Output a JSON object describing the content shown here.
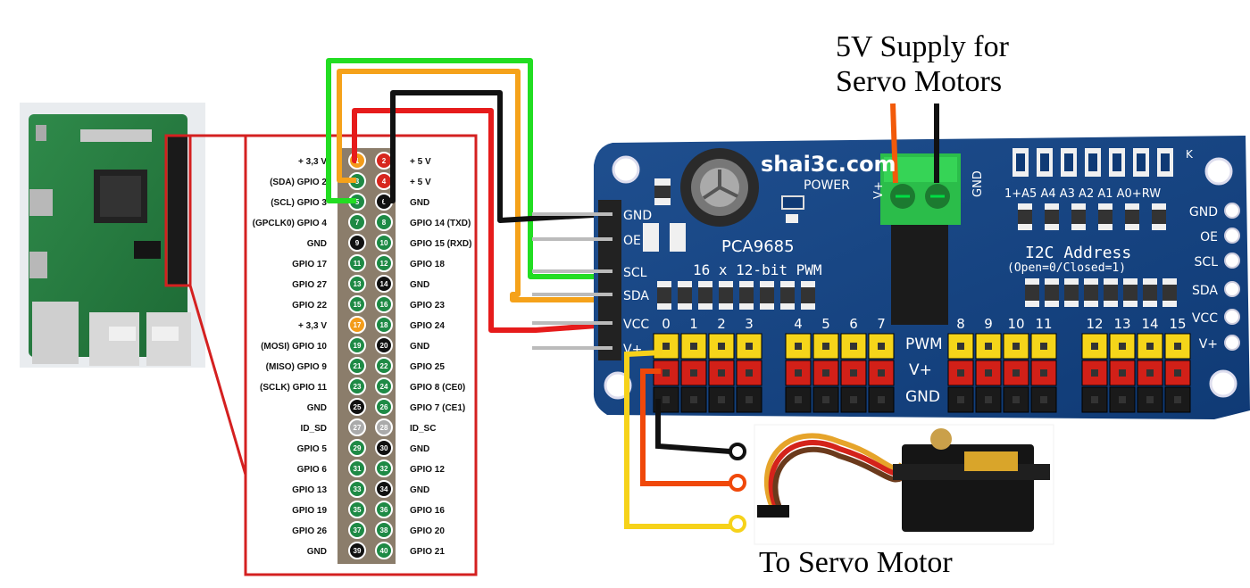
{
  "captions": {
    "supply_line1": "5V Supply for",
    "supply_line2": "Servo Motors",
    "servo": "To Servo Motor"
  },
  "pinout": {
    "left": [
      "+ 3,3 V",
      "(SDA) GPIO 2",
      "(SCL) GPIO 3",
      "(GPCLK0) GPIO 4",
      "GND",
      "GPIO 17",
      "GPIO 27",
      "GPIO 22",
      "+ 3,3 V",
      "(MOSI) GPIO 10",
      "(MISO) GPIO 9",
      "(SCLK) GPIO 11",
      "GND",
      "ID_SD",
      "GPIO 5",
      "GPIO 6",
      "GPIO 13",
      "GPIO 19",
      "GPIO 26",
      "GND"
    ],
    "right": [
      "+ 5 V",
      "+ 5 V",
      "GND",
      "GPIO 14 (TXD)",
      "GPIO 15 (RXD)",
      "GPIO 18",
      "GND",
      "GPIO 23",
      "GPIO 24",
      "GND",
      "GPIO 25",
      "GPIO 8 (CE0)",
      "GPIO 7 (CE1)",
      "ID_SC",
      "GND",
      "GPIO 12",
      "GND",
      "GPIO 16",
      "GPIO 20",
      "GPIO 21"
    ]
  },
  "board": {
    "brand": "shai3c.com",
    "power": "POWER",
    "chip": "PCA9685",
    "pwm_desc": "16 x 12-bit PWM",
    "i2c_title": "I2C Address",
    "i2c_sub": "(Open=0/Closed=1)",
    "addr_labels": "1+A5 A4 A3 A2 A1 A0+RW",
    "k_label": "K",
    "terminal_vplus": "V+",
    "terminal_gnd": "GND",
    "left_pins": [
      "GND",
      "OE",
      "SCL",
      "SDA",
      "VCC",
      "V+"
    ],
    "right_pins": [
      "GND",
      "OE",
      "SCL",
      "SDA",
      "VCC",
      "V+"
    ],
    "row_labels": [
      "PWM",
      "V+",
      "GND"
    ],
    "channels": [
      "0",
      "1",
      "2",
      "3",
      "4",
      "5",
      "6",
      "7",
      "8",
      "9",
      "10",
      "11",
      "12",
      "13",
      "14",
      "15"
    ]
  }
}
